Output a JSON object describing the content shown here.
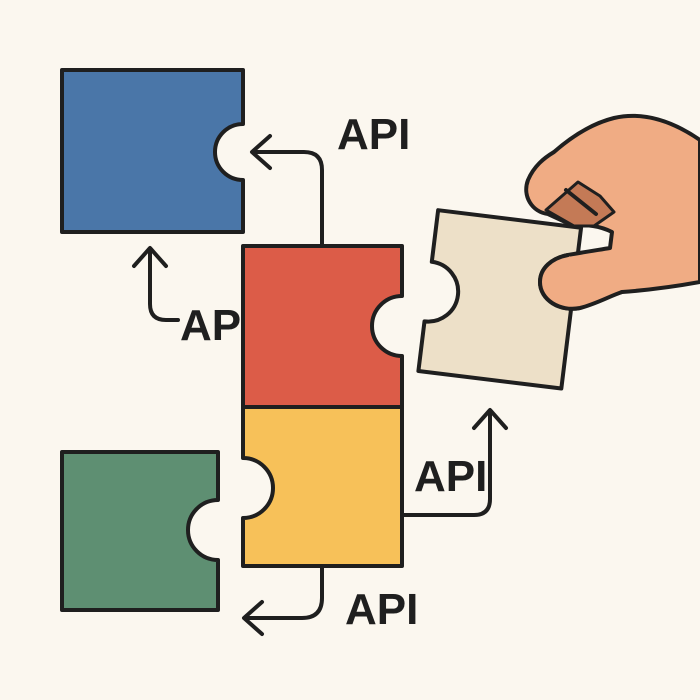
{
  "labels": {
    "api_top": "API",
    "api_left": "AP",
    "api_right": "API",
    "api_bottom": "API"
  },
  "colors": {
    "background": "#FBF7EF",
    "blue_piece": "#4A76A8",
    "red_piece": "#DC5C48",
    "yellow_piece": "#F7C159",
    "green_piece": "#5E8F72",
    "beige_piece": "#EDE0C8",
    "hand": "#F0AC84",
    "hand_shadow": "#C47A56",
    "outline": "#1F1F1F"
  },
  "icons": {
    "hand": "hand-holding-piece-icon",
    "arrows": [
      "arrow-up-left-icon",
      "arrow-up-icon",
      "arrow-up-right-icon",
      "arrow-down-left-icon"
    ]
  }
}
